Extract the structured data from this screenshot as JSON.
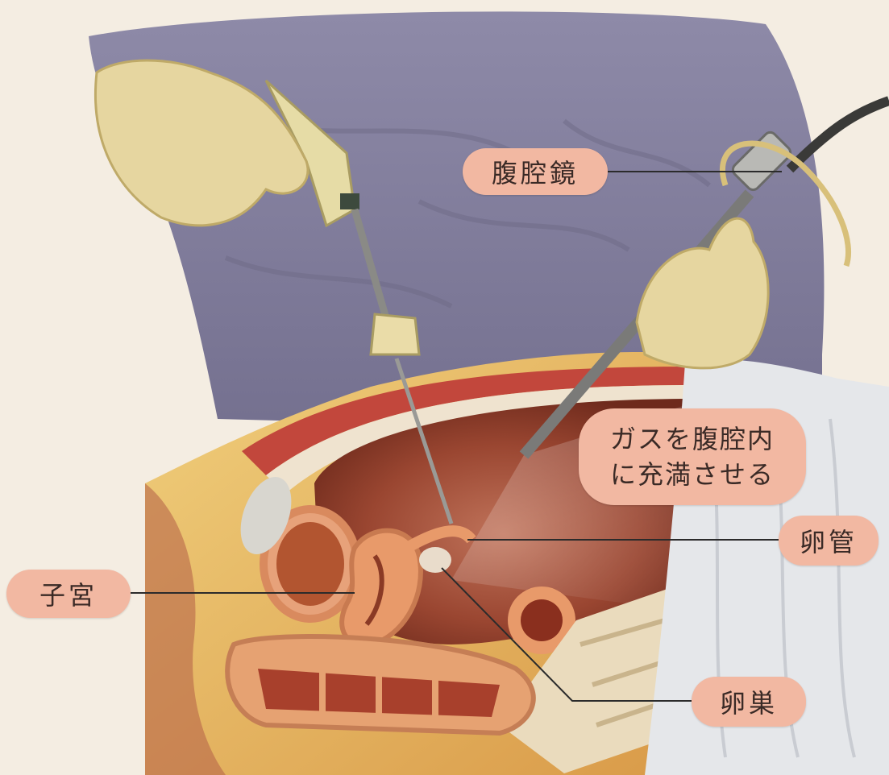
{
  "labels": {
    "laparoscope": "腹腔鏡",
    "gas_line1": "ガスを腹腔内",
    "gas_line2": "に充満させる",
    "fallopian_tube": "卵管",
    "uterus": "子宮",
    "ovary": "卵巣"
  },
  "colors": {
    "background": "#f4ede2",
    "gown": "#8a86a3",
    "glove": "#e3d29a",
    "skin": "#e6b86a",
    "cavity": "#9b4a35",
    "organ": "#e8a06a",
    "label_bg": "#f2b8a2",
    "drape": "#e4e6ea"
  }
}
